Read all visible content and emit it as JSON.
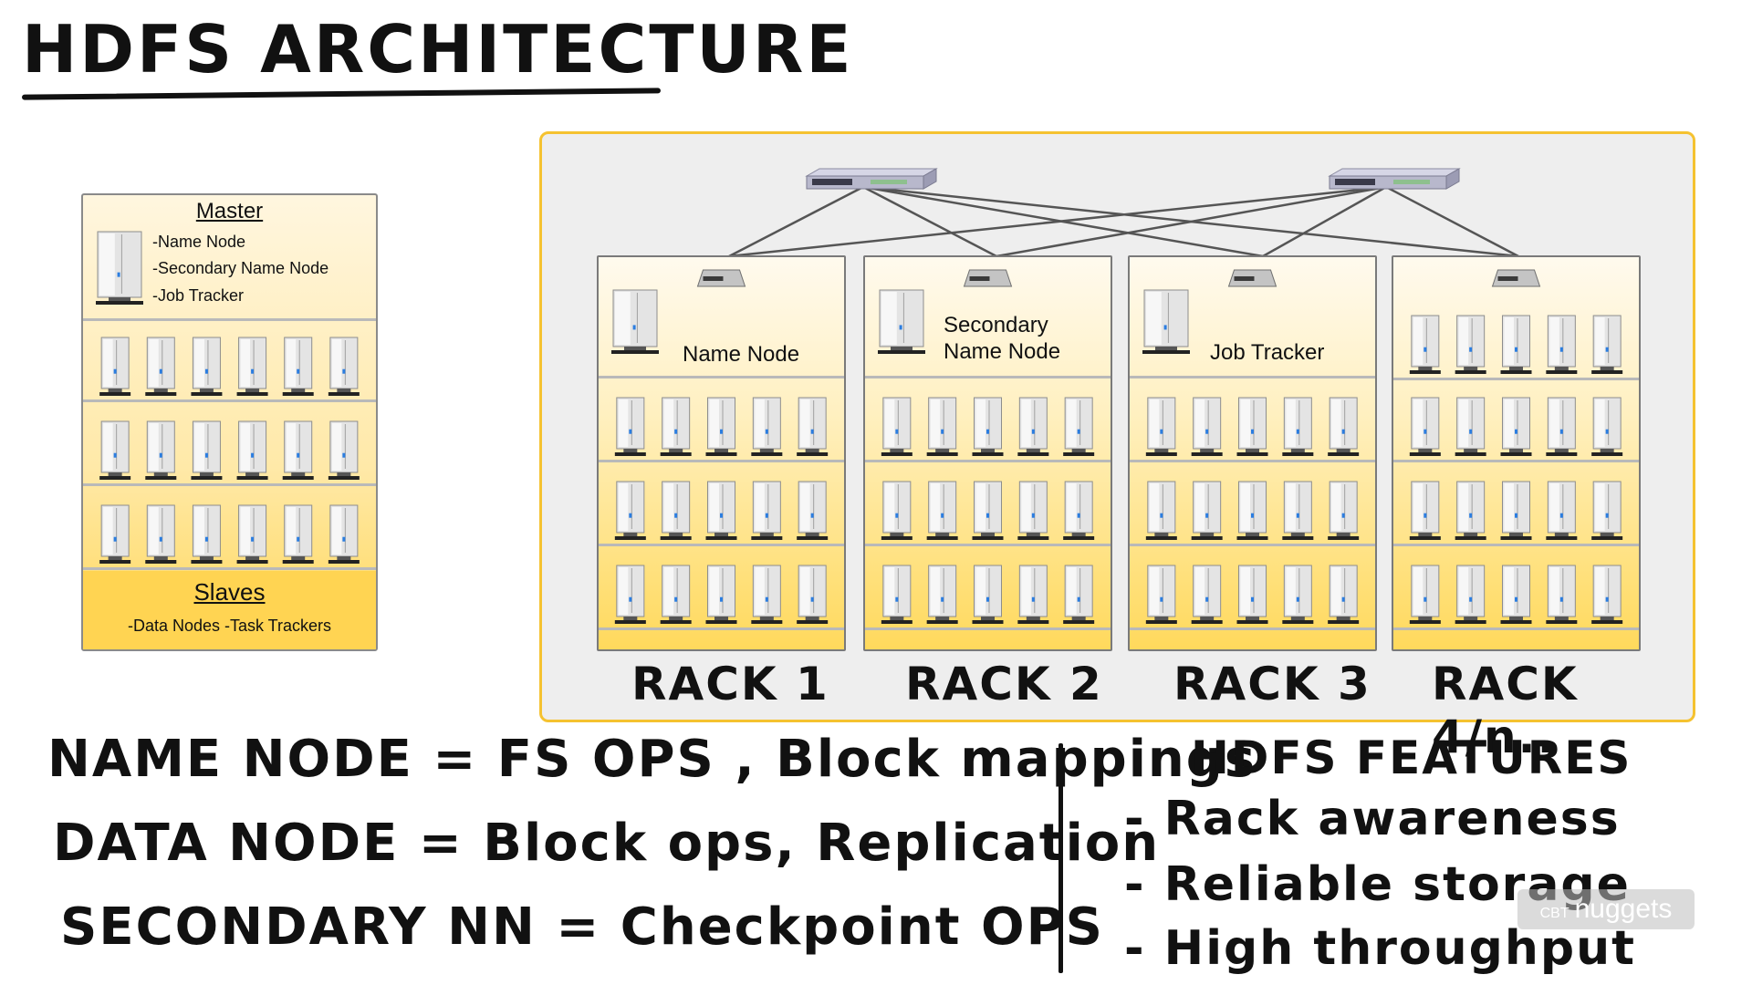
{
  "title": "HDFS ARCHITECTURE",
  "master_box": {
    "master_title": "Master",
    "master_items": [
      "-Name Node",
      "-Secondary Name Node",
      "-Job Tracker"
    ],
    "slaves_title": "Slaves",
    "slaves_items": "-Data Nodes  -Task Trackers"
  },
  "racks": [
    {
      "label": "RACK 1",
      "node_label": "Name Node"
    },
    {
      "label": "RACK 2",
      "node_label": "Secondary\nName Node"
    },
    {
      "label": "RACK 3",
      "node_label": "Job Tracker"
    },
    {
      "label": "RACK 4/n..",
      "node_label": ""
    }
  ],
  "notes": {
    "name_node": "NAME NODE =  FS OPS , Block mappings",
    "data_node": "DATA NODE = Block ops, Replication",
    "secondary_nn": "SECONDARY NN = Checkpoint OPS"
  },
  "features": {
    "title": "HDFS FEATURES",
    "items": [
      "- Rack awareness",
      "- Reliable storage",
      "- High throughput"
    ]
  },
  "watermark": {
    "brand": "CBT",
    "name": "nuggets"
  },
  "colors": {
    "panel_border": "#f5c230",
    "panel_bg": "#eeeeee",
    "rack_gold": "#ffd95c",
    "ink": "#111111"
  }
}
